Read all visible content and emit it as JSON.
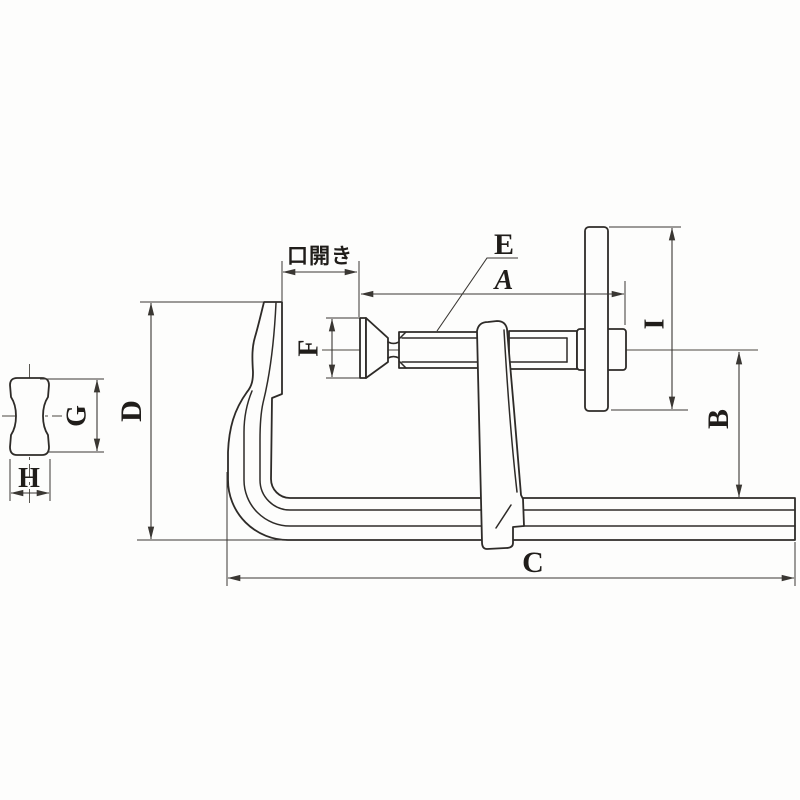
{
  "diagram": {
    "title": "clamp-dimension-drawing",
    "labels": {
      "jaw_opening": "口開き",
      "e": "E",
      "a": "A",
      "f": "F",
      "d": "D",
      "g": "G",
      "h": "H",
      "c": "C",
      "b": "B",
      "i": "I"
    },
    "colors": {
      "line": "#2e2b28",
      "dimension": "#3a3733",
      "background": "#fdfdfc"
    }
  }
}
